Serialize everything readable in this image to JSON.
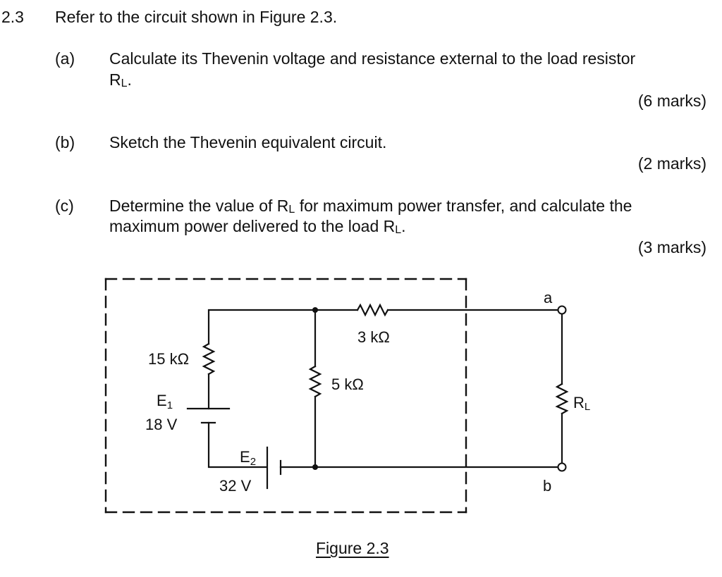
{
  "question": {
    "number": "2.3",
    "intro": "Refer to the circuit shown in Figure 2.3.",
    "parts": [
      {
        "label": "(a)",
        "line1": "Calculate its Thevenin voltage and resistance external to the load resistor",
        "line2_prefix": "R",
        "line2_sub": "L",
        "line2_suffix": ".",
        "marks": "(6 marks)"
      },
      {
        "label": "(b)",
        "line1": "Sketch the Thevenin equivalent circuit.",
        "marks": "(2 marks)"
      },
      {
        "label": "(c)",
        "line1_prefix": "Determine the value of R",
        "line1_sub": "L",
        "line1_suffix": " for maximum power transfer, and calculate the",
        "line2_prefix": "maximum power delivered to the load R",
        "line2_sub": "L",
        "line2_suffix": ".",
        "marks": "(3 marks)"
      }
    ]
  },
  "figure": {
    "caption": "Figure 2.3",
    "components": {
      "r1": "15 kΩ",
      "r2": "5 kΩ",
      "r3": "3 kΩ",
      "rl_main": "R",
      "rl_sub": "L",
      "e1_main": "E",
      "e1_sub": "1",
      "e1_value": "18 V",
      "e2_main": "E",
      "e2_sub": "2",
      "e2_value": "32 V",
      "terminal_a": "a",
      "terminal_b": "b"
    }
  }
}
